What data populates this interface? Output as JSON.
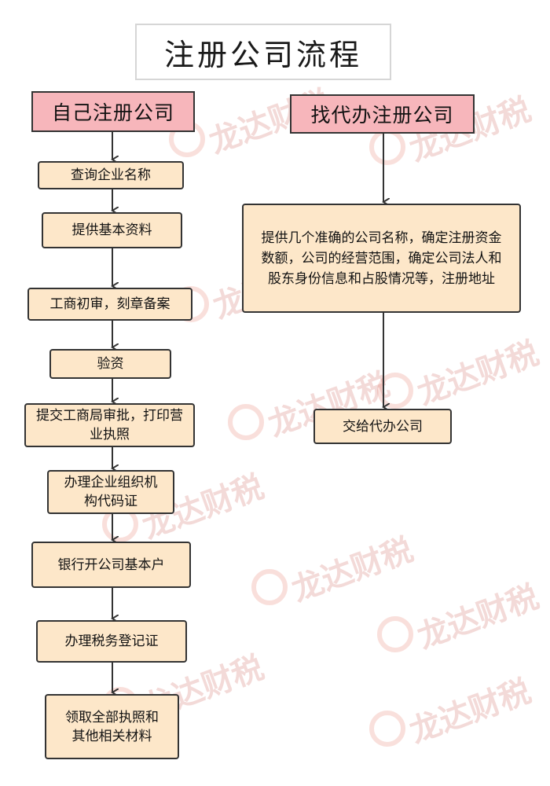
{
  "title": "注册公司流程",
  "left": {
    "header": "自己注册公司",
    "steps": [
      "查询企业名称",
      "提供基本资料",
      "工商初审，刻章备案",
      "验资",
      "提交工商局审批，打印营业执照",
      "办理企业组织机构代码证",
      "银行开公司基本户",
      "办理税务登记证",
      "领取全部执照和其他相关材料"
    ]
  },
  "right": {
    "header": "找代办注册公司",
    "steps": [
      "提供几个准确的公司名称，确定注册资金数额，公司的经营范围，确定公司法人和股东身份信息和占股情况等，注册地址",
      "交给代办公司"
    ]
  },
  "watermark": {
    "brand": "龙达财税",
    "icon": "brand-logo-icon"
  },
  "colors": {
    "header_fill": "#f7b6bb",
    "step_fill": "#fde7c9",
    "border": "#333333",
    "watermark": "#c0392b"
  }
}
